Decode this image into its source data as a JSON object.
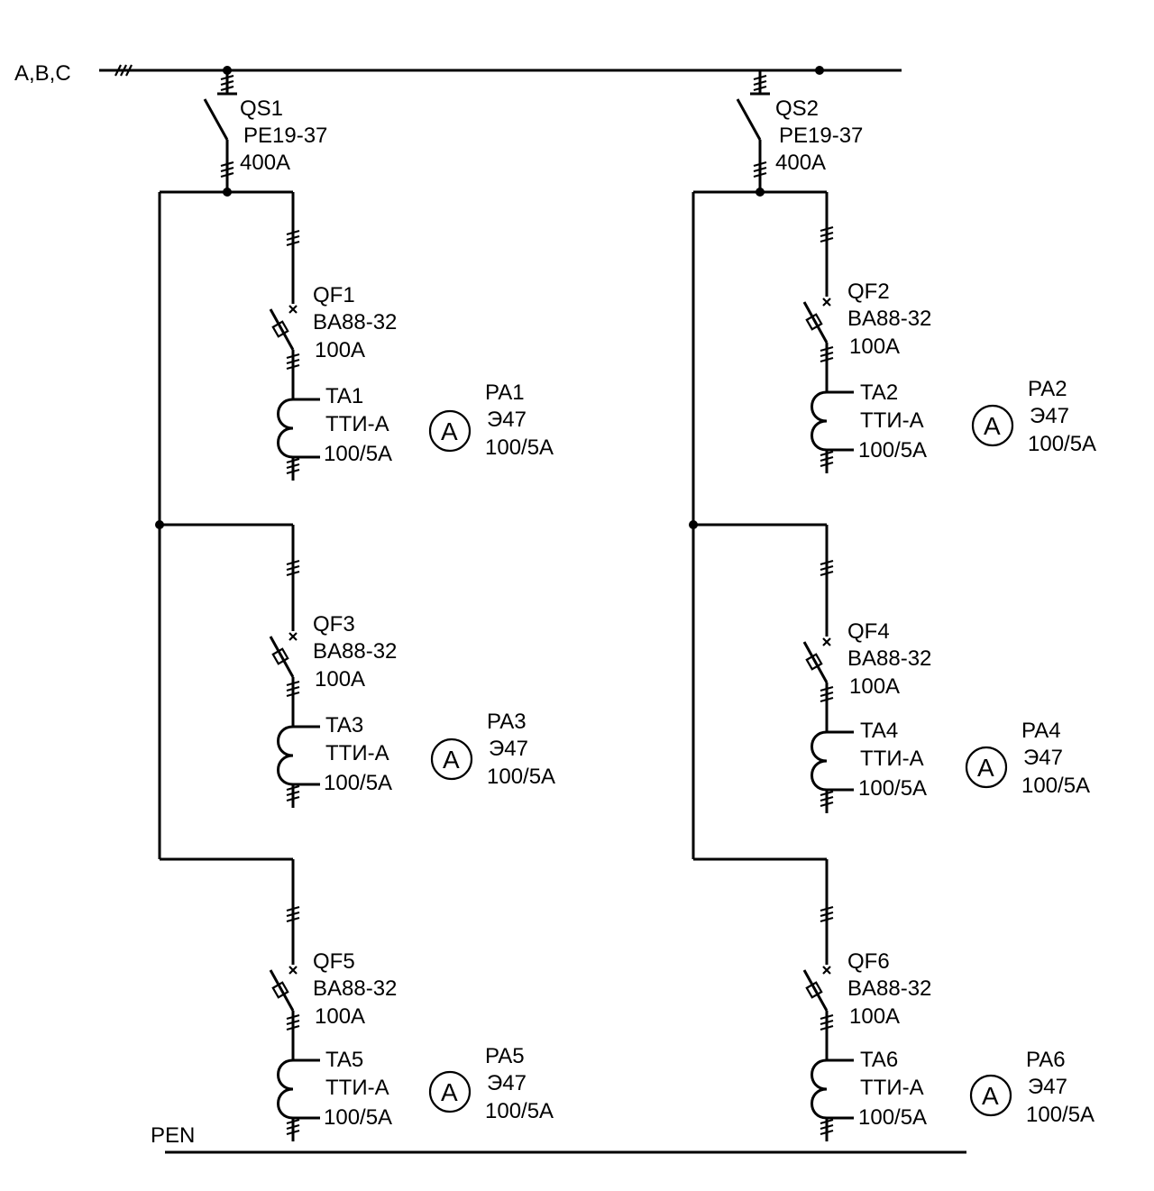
{
  "colors": {
    "line": "#000000",
    "background": "#ffffff"
  },
  "bus": {
    "label": "A,B,C"
  },
  "pen": {
    "label": "PEN"
  },
  "switches": [
    {
      "id": "QS1",
      "name": "QS1",
      "model": "PE19-37",
      "rating": "400A"
    },
    {
      "id": "QS2",
      "name": "QS2",
      "model": "PE19-37",
      "rating": "400A"
    }
  ],
  "breakers": [
    {
      "id": "QF1",
      "name": "QF1",
      "model": "BA88-32",
      "rating": "100A"
    },
    {
      "id": "QF2",
      "name": "QF2",
      "model": "BA88-32",
      "rating": "100A"
    },
    {
      "id": "QF3",
      "name": "QF3",
      "model": "BA88-32",
      "rating": "100A"
    },
    {
      "id": "QF4",
      "name": "QF4",
      "model": "BA88-32",
      "rating": "100A"
    },
    {
      "id": "QF5",
      "name": "QF5",
      "model": "BA88-32",
      "rating": "100A"
    },
    {
      "id": "QF6",
      "name": "QF6",
      "model": "BA88-32",
      "rating": "100A"
    }
  ],
  "transformers": [
    {
      "id": "TA1",
      "name": "TA1",
      "model": "ТТИ-А",
      "ratio": "100/5A"
    },
    {
      "id": "TA2",
      "name": "TA2",
      "model": "ТТИ-А",
      "ratio": "100/5A"
    },
    {
      "id": "TA3",
      "name": "TA3",
      "model": "ТТИ-А",
      "ratio": "100/5A"
    },
    {
      "id": "TA4",
      "name": "TA4",
      "model": "ТТИ-А",
      "ratio": "100/5A"
    },
    {
      "id": "TA5",
      "name": "TA5",
      "model": "ТТИ-А",
      "ratio": "100/5A"
    },
    {
      "id": "TA6",
      "name": "TA6",
      "model": "ТТИ-А",
      "ratio": "100/5A"
    }
  ],
  "ammeters": [
    {
      "id": "PA1",
      "symbol": "A",
      "name": "PA1",
      "model": "Э47",
      "ratio": "100/5A"
    },
    {
      "id": "PA2",
      "symbol": "A",
      "name": "PA2",
      "model": "Э47",
      "ratio": "100/5A"
    },
    {
      "id": "PA3",
      "symbol": "A",
      "name": "PA3",
      "model": "Э47",
      "ratio": "100/5A"
    },
    {
      "id": "PA4",
      "symbol": "A",
      "name": "PA4",
      "model": "Э47",
      "ratio": "100/5A"
    },
    {
      "id": "PA5",
      "symbol": "A",
      "name": "PA5",
      "model": "Э47",
      "ratio": "100/5A"
    },
    {
      "id": "PA6",
      "symbol": "A",
      "name": "PA6",
      "model": "Э47",
      "ratio": "100/5A"
    }
  ]
}
